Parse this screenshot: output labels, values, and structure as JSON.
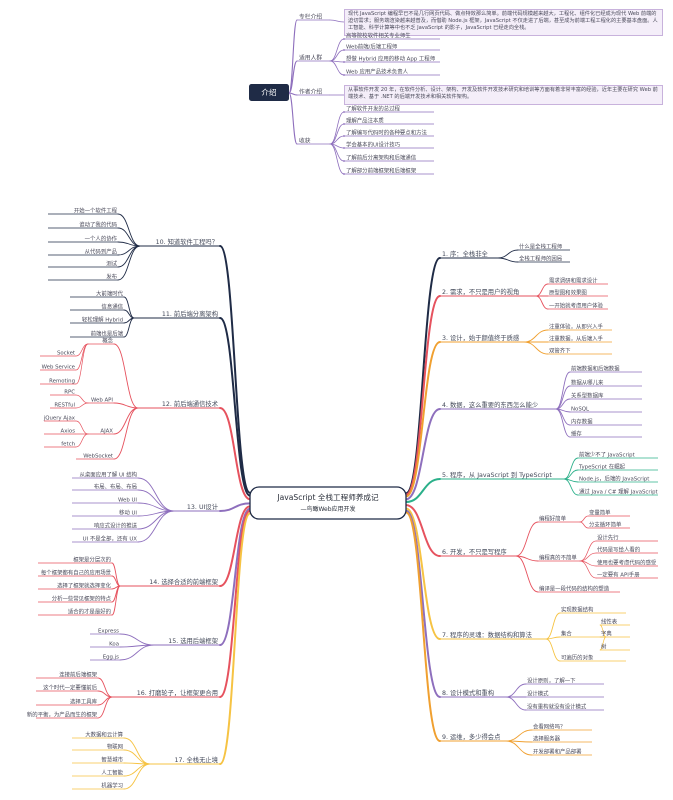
{
  "title": "JavaScript 全栈工程师养成记",
  "subtitle": "—鸟瞰Web应用开发",
  "colors": {
    "intro": "#8e6fbd",
    "root_fill": "#1f2b46",
    "center_stroke": "#1f2b46"
  },
  "intro": {
    "root": "介绍",
    "branches": [
      {
        "label": "专栏介绍",
        "items": [
          "现代 JavaScript 编程早已不是几行网页代码、做点特效那么简单。前端代码规模越来越大，工程化、组件化已经成为现代 Web 前端的迫切需求；服务端渲染越来越普及，而借助 Node.js 框架，JavaScript 不仅走进了后端，甚至成为前端工程工程化的主要基本盘面。人工智能、科学计算等中也不乏 JavaScript 的影子，JavaScript 已经走向全栈。"
        ]
      },
      {
        "label": "适用人群",
        "items": [
          "高等院校软件相关专业师生",
          "Web前端/后端工程师",
          "想做 Hybrid 应用的移动 App 工程师",
          "Web 应用产品技术负责人"
        ]
      },
      {
        "label": "作者介绍",
        "items": [
          "从事软件开发 20 年，在软件分析、设计、架构、开发及软件开发技术研究和培训等方面有着非常丰富的经验，近年主要在研究 Web 前端技术、基于 .NET 的后端开发技术和相关软件架构。"
        ]
      },
      {
        "label": "收获",
        "items": [
          "了解软件开发的总过程",
          "理解产品注本质",
          "了解编写代码时的各种要点和方法",
          "学会基本的UI设计技巧",
          "了解前后分离架构和后端通信",
          "了解部分前端框架和后端框架"
        ]
      }
    ]
  },
  "map": {
    "branches": [
      {
        "label": "1. 序：全栈非全",
        "color": "#1f2b46",
        "children": [
          "什么是全栈工程师",
          "全栈工程师的困局"
        ]
      },
      {
        "label": "2. 需求，不只是用户的视角",
        "color": "#e6525e",
        "children": [
          "需求调研和需求设计",
          "原型图和效果图",
          "一开始就考虑用户体验"
        ]
      },
      {
        "label": "3. 设计，始于颜值终于质感",
        "color": "#f0a030",
        "children": [
          "注重体验，从即兴入手",
          "注重数据，从后端入手",
          "双管齐下"
        ]
      },
      {
        "label": "4. 数据，这么重要的东西怎么能少",
        "color": "#8e6fbd",
        "children": [
          "前端数据和后端数据",
          "数据从哪儿来",
          "关系型数据库",
          "NoSQL",
          "内存数据",
          "缓存"
        ]
      },
      {
        "label": "5. 程序，从 JavaScript 到 TypeScript",
        "color": "#2bb08a",
        "children": [
          "前端少不了 JavaScript",
          "TypeScript 在崛起",
          "Node.js，后端的 JavaScript",
          "通过 Java / C# 理解 JavaScript"
        ]
      },
      {
        "label": "6. 开发，不只是写程序",
        "color": "#e6525e",
        "children": [
          {
            "label": "编程好简单",
            "items": [
              "变量简单",
              "分支循环简单"
            ]
          },
          {
            "label": "编程真的不简单",
            "items": [
              "设计先行",
              "代码是写给人看的",
              "使用也要考虑代码的感受",
              "一定要有 API手册"
            ]
          },
          "编译是一段代码的结构的塑造"
        ]
      },
      {
        "label": "7. 程序的灵魂：数据结构和算法",
        "color": "#f6c343",
        "children": [
          "实现数据结构",
          {
            "label": "集合",
            "items": [
              "线性表",
              "字典",
              "树"
            ]
          },
          "可遍历的对象"
        ]
      },
      {
        "label": "8. 设计模式和重构",
        "color": "#8e6fbd",
        "children": [
          "设计原则，了解一下",
          "设计模式",
          "没有重构就没有设计模式"
        ]
      },
      {
        "label": "9. 运维，多少得会点",
        "color": "#f0a030",
        "children": [
          "会看网络吗？",
          "选择服务器",
          "开发部署和产品部署"
        ]
      },
      {
        "label": "10. 知道软件工程吗？",
        "color": "#1f2b46",
        "children": [
          "开始一个软件工程",
          "谁动了我的代码",
          "一个人的协作",
          "从代码到产品",
          "测试",
          "发布"
        ]
      },
      {
        "label": "11. 前后端分离架构",
        "color": "#1f2b46",
        "children": [
          "大前端时代",
          "信息通信",
          "轻松理解 Hybrid",
          "前端也是后端"
        ]
      },
      {
        "label": "12. 前后端通信技术",
        "color": "#e6525e",
        "children": [
          {
            "label": "概念",
            "items": [
              "Socket",
              "Web Service",
              "Remoting"
            ]
          },
          {
            "label": "Web API",
            "items": [
              "RPC",
              "RESTful"
            ]
          },
          {
            "label": "AJAX",
            "items": [
              "jQuery Ajax",
              "Axios",
              "fetch"
            ]
          },
          "WebSocket"
        ]
      },
      {
        "label": "13. UI设计",
        "color": "#8e6fbd",
        "children": [
          "从桌面应用了解 UI 结构",
          "布局、布局、布局",
          "Web UI",
          "移动 UI",
          "响应式设计的推送",
          "UI 不是全部，还有 UX"
        ]
      },
      {
        "label": "14. 选择合适的前端框架",
        "color": "#e6525e",
        "children": [
          "框架是分层次的",
          "每个框架都有自己的应用场景",
          "选择了框架就选择变化",
          "分析一些常见框架的特点",
          "适合的才是最好的"
        ]
      },
      {
        "label": "15. 选用后端框架",
        "color": "#8e6fbd",
        "children": [
          "Express",
          "Koa",
          "Egg.js"
        ]
      },
      {
        "label": "16. 打磨轮子，让框架更合用",
        "color": "#e6525e",
        "children": [
          "连接前后端框架",
          "这个时代一定要懂前后",
          "选择工具库",
          "新的平衡，为产品而生的框架"
        ]
      },
      {
        "label": "17. 全栈无止境",
        "color": "#f6c343",
        "children": [
          "大数据和云计算",
          "物联网",
          "智慧城市",
          "人工智能",
          "机器学习"
        ]
      }
    ]
  }
}
